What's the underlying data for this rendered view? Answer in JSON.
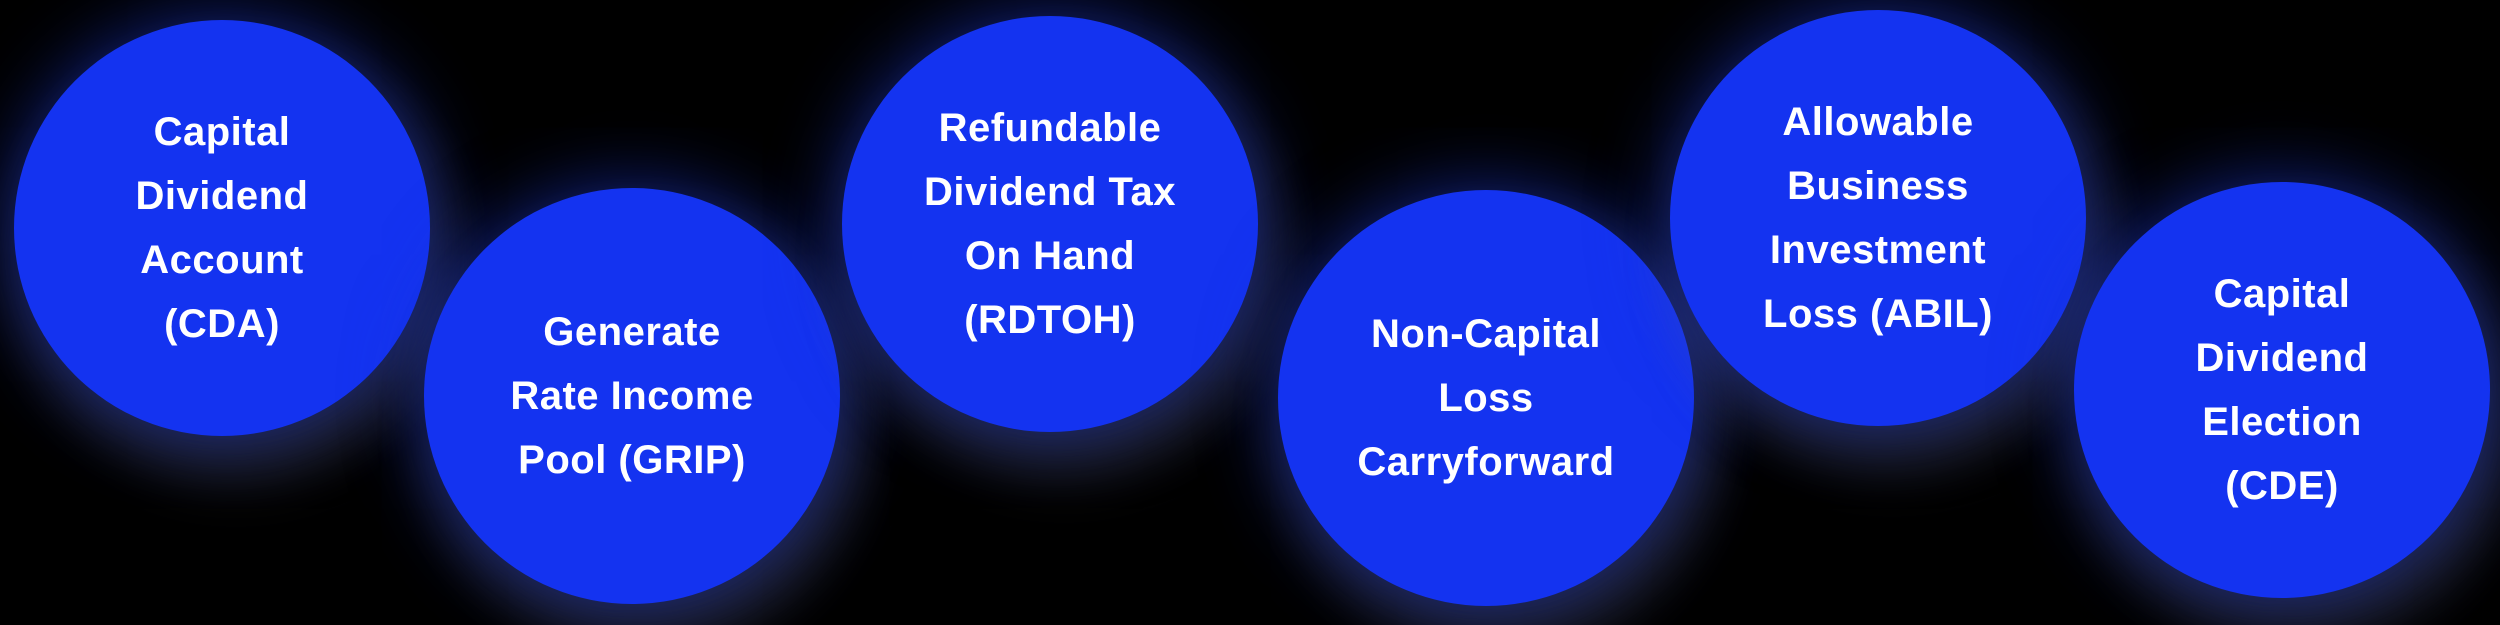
{
  "diagram": {
    "background_color": "#000000",
    "bubble_color": "#1433F0",
    "text_color": "#FFFFFF",
    "bubbles": [
      {
        "id": "cda",
        "label": "Capital Dividend Account (CDA)",
        "lines": [
          "Capital",
          "Dividend",
          "Account",
          "(CDA)"
        ]
      },
      {
        "id": "grip",
        "label": "Generate Rate Income Pool (GRIP)",
        "lines": [
          "Generate",
          "Rate Income",
          "Pool (GRIP)"
        ]
      },
      {
        "id": "rdtoh",
        "label": "Refundable Dividend Tax On Hand (RDTOH)",
        "lines": [
          "Refundable",
          "Dividend Tax",
          "On Hand",
          "(RDTOH)"
        ]
      },
      {
        "id": "non-capital-loss",
        "label": "Non-Capital Loss Carryforward",
        "lines": [
          "Non-Capital",
          "Loss",
          "Carryforward"
        ]
      },
      {
        "id": "abil",
        "label": "Allowable Business Investment Loss (ABIL)",
        "lines": [
          "Allowable",
          "Business",
          "Investment",
          "Loss (ABIL)"
        ]
      },
      {
        "id": "cde",
        "label": "Capital Dividend Election (CDE)",
        "lines": [
          "Capital",
          "Dividend",
          "Election",
          "(CDE)"
        ]
      }
    ]
  }
}
